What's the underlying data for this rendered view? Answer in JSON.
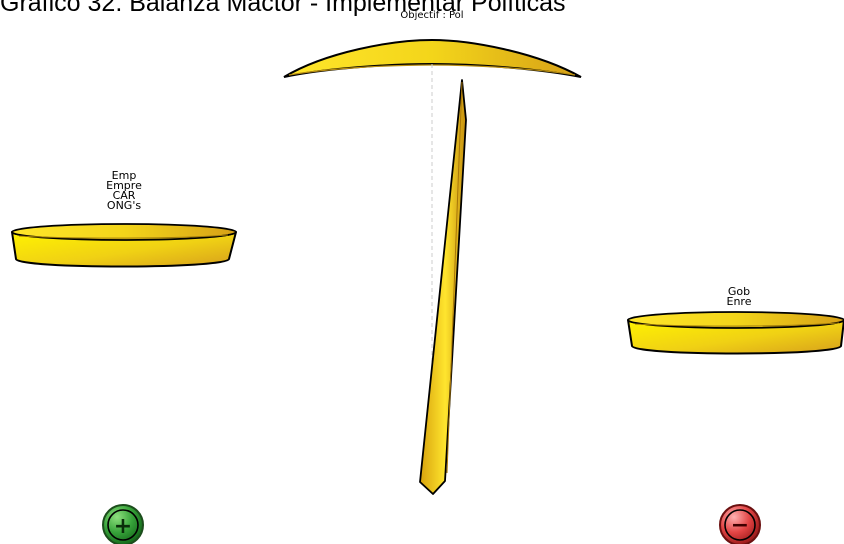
{
  "title": "Gráfico 32. Balanza Mactor - Implementar Políticas",
  "objective_label": "Objectif : Pol",
  "left_plate": {
    "actors": [
      "Emp",
      "Empre",
      "CAR",
      "ONG's"
    ]
  },
  "right_plate": {
    "actors": [
      "Gob",
      "Enre"
    ]
  },
  "controls": {
    "plus_icon": "plus-circle",
    "minus_icon": "minus-circle",
    "plus_symbol": "+",
    "minus_symbol": "−"
  },
  "colors": {
    "plate_fill": "#f4dc1e",
    "plate_shadow": "#d4a214",
    "plus_button": "#37a33a",
    "minus_button": "#e34545",
    "outline": "#000000"
  }
}
